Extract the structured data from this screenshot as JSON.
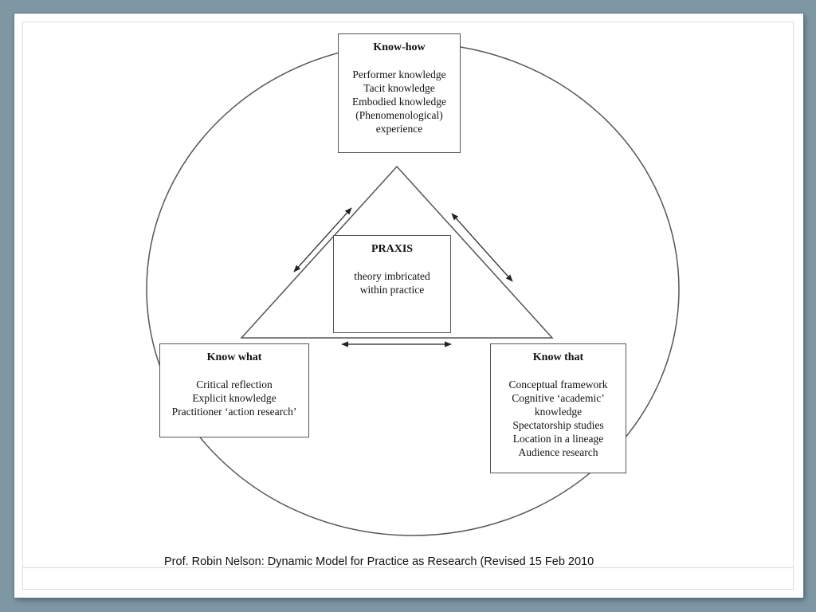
{
  "know_how": {
    "title": "Know-how",
    "lines": [
      "Performer knowledge",
      "Tacit knowledge",
      "Embodied knowledge",
      "(Phenomenological)",
      "experience"
    ]
  },
  "praxis": {
    "title": "PRAXIS",
    "lines": [
      "theory imbricated",
      "within practice"
    ]
  },
  "know_what": {
    "title": "Know what",
    "lines": [
      "Critical reflection",
      "Explicit knowledge",
      "Practitioner ‘action research’"
    ]
  },
  "know_that": {
    "title": "Know that",
    "lines": [
      "Conceptual framework",
      "Cognitive ‘academic’",
      "knowledge",
      "Spectatorship studies",
      "Location in a lineage",
      "Audience research"
    ]
  },
  "caption": "Prof. Robin Nelson: Dynamic Model for Practice as Research (Revised 15 Feb 2010"
}
